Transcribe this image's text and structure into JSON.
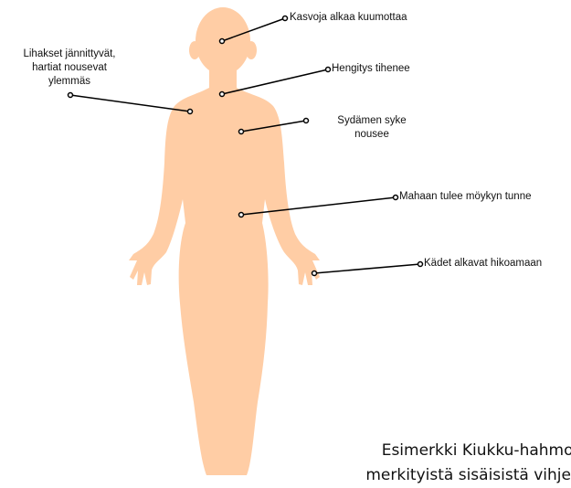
{
  "colors": {
    "body": "#ffcda5",
    "line": "#000000"
  },
  "labels": {
    "face": "Kasvoja alkaa kuumottaa",
    "muscles_line1": "Lihakset jännittyvät,",
    "muscles_line2": "hartiat nousevat",
    "muscles_line3": "ylemmäs",
    "breathing": "Hengitys tihenee",
    "heart_line1": "Sydämen syke",
    "heart_line2": "nousee",
    "stomach": "Mahaan tulee möykyn tunne",
    "hands": "Kädet alkavat hikoamaan"
  },
  "caption": {
    "line1": "Esimerkki Kiukku-hahmon",
    "line2": "merkityistä sisäisistä vihjeistä"
  }
}
